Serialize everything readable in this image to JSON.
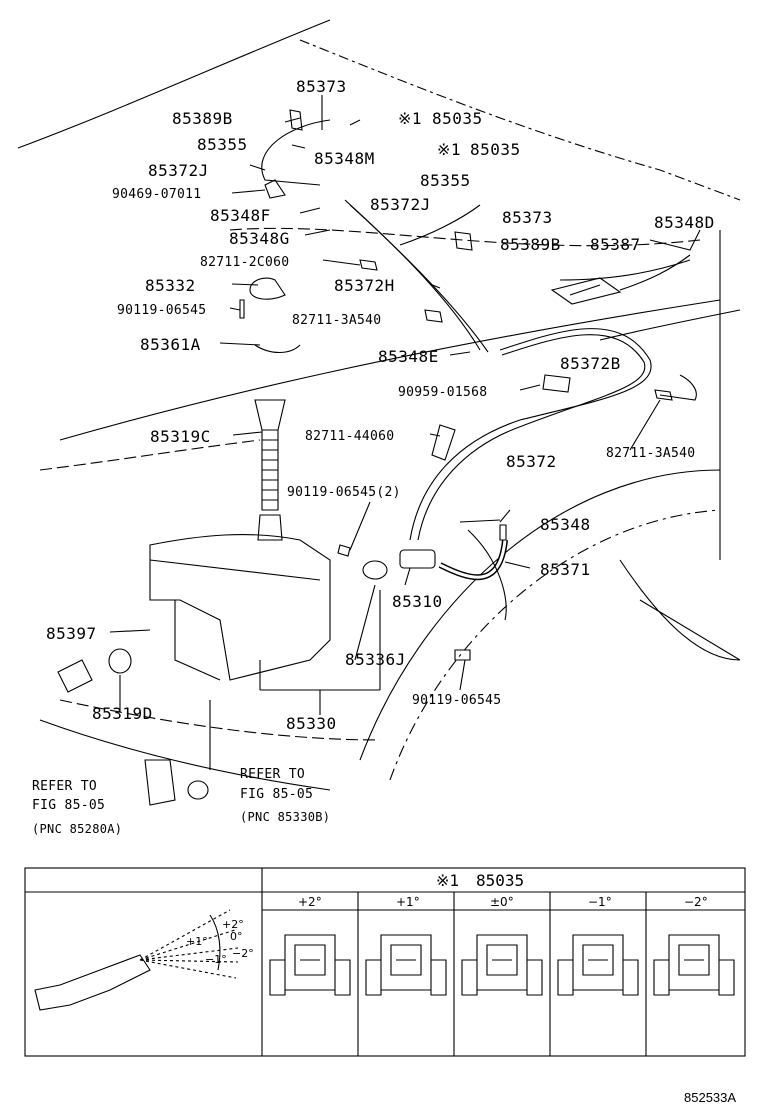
{
  "parts": {
    "p85373_top": "85373",
    "p85389B_top": "85389B",
    "p85035_a": "85035",
    "p85035_a_mark": "※1",
    "p85355_top": "85355",
    "p85035_b": "85035",
    "p85035_b_mark": "※1",
    "p85372J_top": "85372J",
    "p85348M": "85348M",
    "p90469": "90469-07011",
    "p85355_mid": "85355",
    "p85348F": "85348F",
    "p85372J_mid": "85372J",
    "p85373_mid": "85373",
    "p85348D": "85348D",
    "p85348G": "85348G",
    "p85389B_mid": "85389B",
    "p85387": "85387",
    "p82711_2C060": "82711-2C060",
    "p85332": "85332",
    "p85372H": "85372H",
    "p90119_a": "90119-06545",
    "p82711_3A540_a": "82711-3A540",
    "p85361A": "85361A",
    "p85348E": "85348E",
    "p85372B": "85372B",
    "p90959": "90959-01568",
    "p85319C": "85319C",
    "p82711_44060": "82711-44060",
    "p85372": "85372",
    "p82711_3A540_b": "82711-3A540",
    "p90119_b": "90119-06545(2)",
    "p85348": "85348",
    "p85371": "85371",
    "p85310": "85310",
    "p85397": "85397",
    "p85336J": "85336J",
    "p90119_c": "90119-06545",
    "p85319D": "85319D",
    "p85330": "85330"
  },
  "refs": {
    "left_line1": "REFER TO",
    "left_line2": "FIG 85-05",
    "left_line3": "(PNC 85280A)",
    "right_line1": "REFER TO",
    "right_line2": "FIG 85-05",
    "right_line3": "(PNC 85330B)"
  },
  "table": {
    "title_mark": "※1",
    "title_part": "85035",
    "columns": [
      "+2°",
      "+1°",
      "±0°",
      "−1°",
      "−2°"
    ],
    "angle_labels": {
      "plus2": "+2°",
      "plus1": "+1°",
      "zero": "0°",
      "minus1": "−1°",
      "minus2": "−2°"
    }
  },
  "figure_number": "852533A"
}
